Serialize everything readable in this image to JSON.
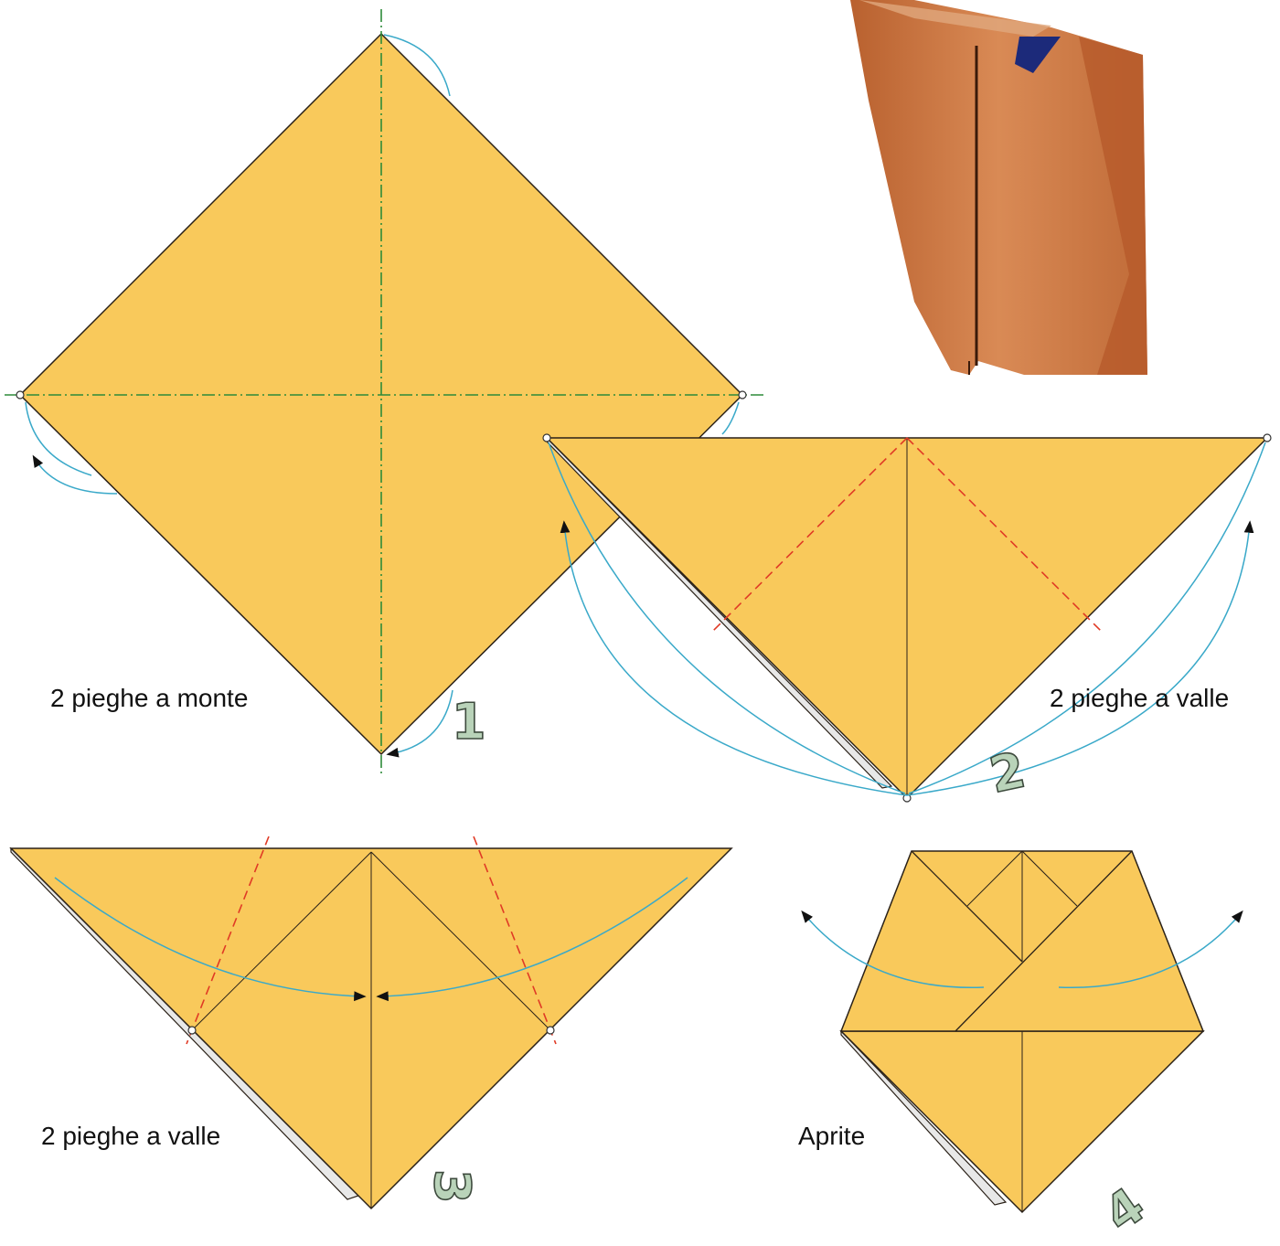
{
  "colors": {
    "paper": "#f9c95b",
    "paper_edge": "#2a2118",
    "mountain_fold": "#2e8b3a",
    "valley_fold": "#e03a25",
    "arrow": "#3aa9c9",
    "back_paper": "#e8e8e8",
    "photo_paper": "#c8743f"
  },
  "steps": [
    {
      "number": "1",
      "caption": "2 pieghe a monte",
      "fold": "mountain"
    },
    {
      "number": "2",
      "caption": "2 pieghe a valle",
      "fold": "valley"
    },
    {
      "number": "3",
      "caption": "2 pieghe a valle",
      "fold": "valley"
    },
    {
      "number": "4",
      "caption": "Aprite",
      "fold": "open"
    }
  ],
  "icons": {
    "photo": "folded-paper-photo"
  }
}
